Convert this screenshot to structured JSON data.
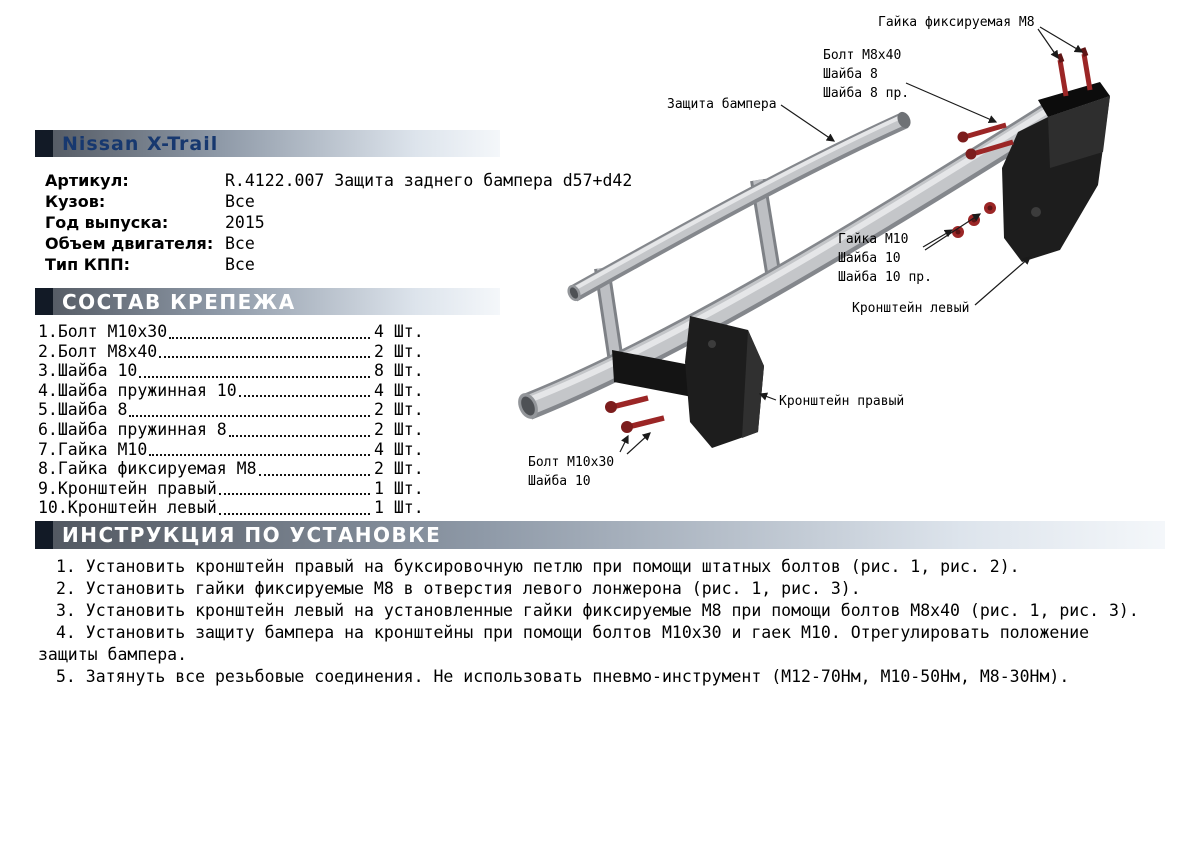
{
  "product": {
    "title": "Nissan X-Trail",
    "specs": [
      {
        "label": "Артикул:",
        "value": "R.4122.007 Защита заднего бампера d57+d42"
      },
      {
        "label": "Кузов:",
        "value": "Все"
      },
      {
        "label": "Год выпуска:",
        "value": "2015"
      },
      {
        "label": "Объем двигателя:",
        "value": "Все"
      },
      {
        "label": "Тип КПП:",
        "value": "Все"
      }
    ]
  },
  "hardware": {
    "header": "СОСТАВ КРЕПЕЖА",
    "items": [
      {
        "name": "1.Болт М10х30",
        "qty": "4 Шт."
      },
      {
        "name": "2.Болт М8х40",
        "qty": "2 Шт."
      },
      {
        "name": "3.Шайба 10",
        "qty": "8 Шт."
      },
      {
        "name": "4.Шайба пружинная 10",
        "qty": "4 Шт."
      },
      {
        "name": "5.Шайба 8",
        "qty": "2 Шт."
      },
      {
        "name": "6.Шайба пружинная 8",
        "qty": "2 Шт."
      },
      {
        "name": "7.Гайка М10",
        "qty": "4 Шт."
      },
      {
        "name": "8.Гайка фиксируемая М8",
        "qty": "2 Шт."
      },
      {
        "name": "9.Кронштейн правый",
        "qty": "1 Шт."
      },
      {
        "name": "10.Кронштейн левый",
        "qty": "1 Шт."
      }
    ]
  },
  "instructions": {
    "header": "ИНСТРУКЦИЯ ПО УСТАНОВКЕ",
    "steps": [
      "1. Установить кронштейн правый на буксировочную петлю при помощи штатных болтов (рис. 1, рис. 2).",
      "2. Установить гайки фиксируемые М8 в отверстия левого лонжерона (рис. 1, рис. 3).",
      "3. Установить кронштейн левый на установленные гайки фиксируемые М8 при помощи болтов М8х40 (рис. 1, рис. 3).",
      "4. Установить защиту бампера на кронштейны при помощи болтов М10х30 и гаек М10. Отрегулировать положение защиты бампера.",
      "5. Затянуть все резьбовые соединения. Не использовать пневмо-инструмент (М12-70Нм, М10-50Нм, М8-30Нм)."
    ]
  },
  "diagram": {
    "labels": {
      "fixing_nut_m8": "Гайка фиксируемая М8",
      "bolt_m8x40": "Болт М8х40",
      "washer_8": "Шайба 8",
      "washer_8_spring": "Шайба 8 пр.",
      "bumper_guard": "Защита бампера",
      "nut_m10": "Гайка М10",
      "washer_10": "Шайба 10",
      "washer_10_spring": "Шайба 10 пр.",
      "bracket_left": "Кронштейн левый",
      "bracket_right": "Кронштейн правый",
      "bolt_m10x30": "Болт М10х30",
      "washer_10_b": "Шайба 10"
    }
  },
  "colors": {
    "header_text": "#ffffff",
    "title_text": "#17386f",
    "bar_gradient_start": "#50565f",
    "bar_gradient_end": "#f4f7fa",
    "bar_square": "#121a26",
    "bolt_red": "#9b2626",
    "tube_gray": "#c4c6c9",
    "bracket_black": "#1d1d1d"
  }
}
